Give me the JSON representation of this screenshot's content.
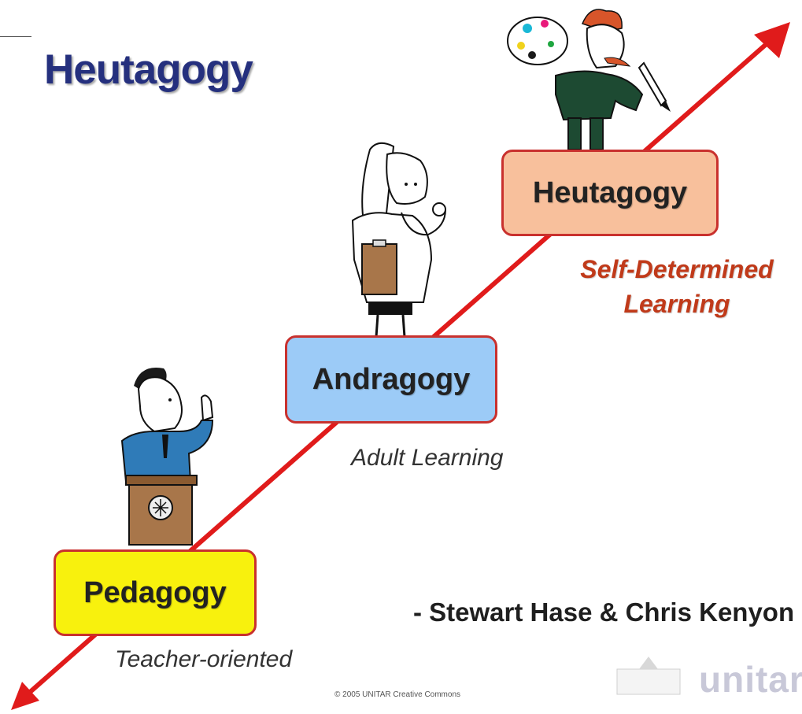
{
  "title": "Heutagogy",
  "stages": [
    {
      "label": "Pedagogy",
      "subtitle": "Teacher-oriented",
      "color": "#f8f10d"
    },
    {
      "label": "Andragogy",
      "subtitle": "Adult Learning",
      "color": "#9ccbf7"
    },
    {
      "label": "Heutagogy",
      "subtitle_line1": "Self-Determined",
      "subtitle_line2": "Learning",
      "color": "#f8c09c"
    }
  ],
  "attribution": "- Stewart Hase & Chris Kenyon",
  "copyright": "© 2005 UNITAR Creative Commons",
  "logo": {
    "text": "unitar"
  },
  "colors": {
    "title": "#25307e",
    "arrow": "#e01b1b",
    "box_border": "#c9312e",
    "self_determined": "#c03a1a"
  },
  "icons": [
    "teacher-figure-icon",
    "doctor-figure-icon",
    "artist-figure-icon",
    "logo-building-icon"
  ]
}
